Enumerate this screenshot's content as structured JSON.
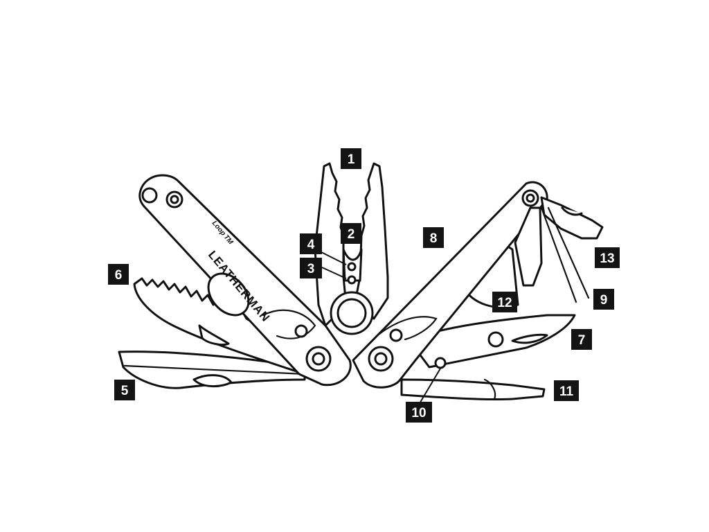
{
  "brand": {
    "name": "LEATHERMAN",
    "model": "Loop",
    "mark": "TM"
  },
  "callouts": [
    {
      "id": "1",
      "label": "1"
    },
    {
      "id": "2",
      "label": "2"
    },
    {
      "id": "3",
      "label": "3"
    },
    {
      "id": "4",
      "label": "4"
    },
    {
      "id": "5",
      "label": "5"
    },
    {
      "id": "6",
      "label": "6"
    },
    {
      "id": "7",
      "label": "7"
    },
    {
      "id": "8",
      "label": "8"
    },
    {
      "id": "9",
      "label": "9"
    },
    {
      "id": "10",
      "label": "10"
    },
    {
      "id": "11",
      "label": "11"
    },
    {
      "id": "12",
      "label": "12"
    },
    {
      "id": "13",
      "label": "13"
    }
  ],
  "colors": {
    "ink": "#111111",
    "background": "#ffffff",
    "callout_fill": "#141414",
    "callout_text": "#ffffff"
  }
}
